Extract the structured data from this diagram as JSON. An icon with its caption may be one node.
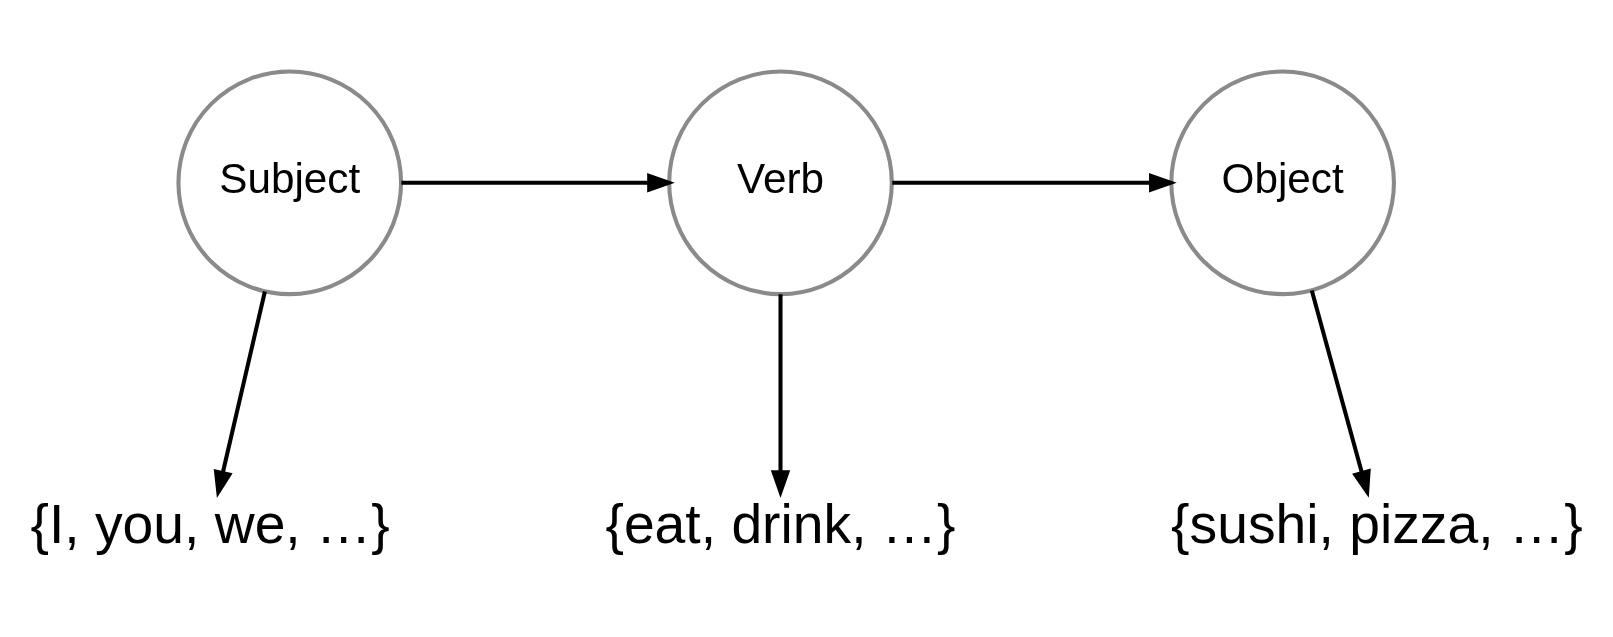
{
  "diagram": {
    "nodes": [
      {
        "text": [
          "Subject"
        ]
      },
      {
        "text": [
          "Verb"
        ]
      },
      {
        "text": [
          "Object"
        ]
      },
      {
        "text": [
          "{I, you, we, …}"
        ]
      },
      {
        "text": [
          "{eat, drink, …}"
        ]
      },
      {
        "text": [
          "{sushi, pizza, …}"
        ]
      }
    ],
    "edges": [
      {
        "from": 0,
        "to": 1,
        "arrow": "to"
      },
      {
        "from": 1,
        "to": 2,
        "arrow": "to"
      },
      {
        "from": 0,
        "to": 3,
        "arrow": "to"
      },
      {
        "from": 1,
        "to": 4,
        "arrow": "to"
      },
      {
        "from": 2,
        "to": 5,
        "arrow": "to"
      }
    ]
  }
}
